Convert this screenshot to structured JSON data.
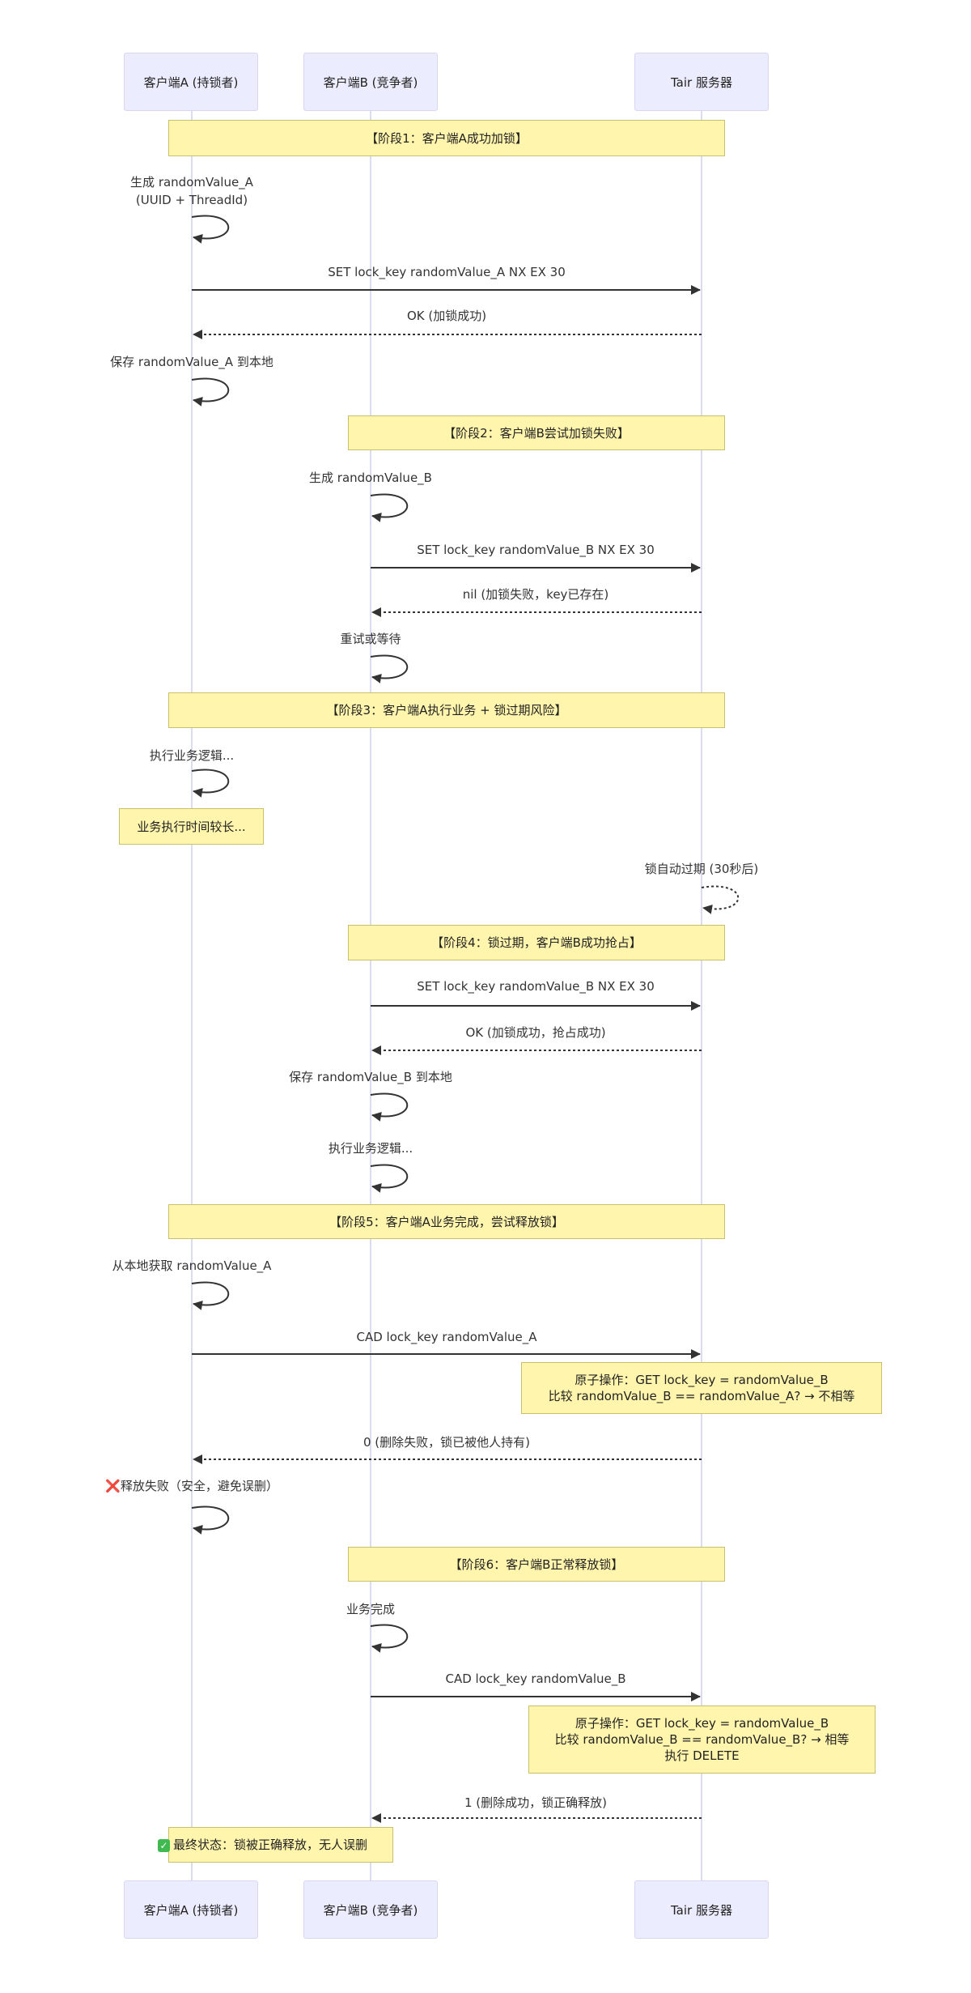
{
  "participants": [
    {
      "id": "A",
      "label": "客户端A (持锁者)"
    },
    {
      "id": "B",
      "label": "客户端B (竞争者)"
    },
    {
      "id": "T",
      "label": "Tair 服务器"
    }
  ],
  "colors": {
    "actor_fill": "#ececff",
    "actor_border": "#d7d7f3",
    "lifeline": "#d0d0ec",
    "note_fill": "#fff5ad",
    "note_border": "#c8c06a",
    "arrow": "#333333"
  },
  "phases": [
    {
      "label": "【阶段1：客户端A成功加锁】"
    },
    {
      "label": "【阶段2：客户端B尝试加锁失败】"
    },
    {
      "label": "【阶段3：客户端A执行业务 + 锁过期风险】"
    },
    {
      "label": "【阶段4：锁过期，客户端B成功抢占】"
    },
    {
      "label": "【阶段5：客户端A业务完成，尝试释放锁】"
    },
    {
      "label": "【阶段6：客户端B正常释放锁】"
    }
  ],
  "messages": [
    {
      "type": "self",
      "from": "A",
      "label": "生成 randomValue_A\n(UUID + ThreadId)"
    },
    {
      "type": "sync",
      "from": "A",
      "to": "T",
      "label": "SET lock_key randomValue_A NX EX 30"
    },
    {
      "type": "reply",
      "from": "T",
      "to": "A",
      "label": "OK (加锁成功)"
    },
    {
      "type": "self",
      "from": "A",
      "label": "保存 randomValue_A 到本地"
    },
    {
      "type": "self",
      "from": "B",
      "label": "生成 randomValue_B"
    },
    {
      "type": "sync",
      "from": "B",
      "to": "T",
      "label": "SET lock_key randomValue_B NX EX 30"
    },
    {
      "type": "reply",
      "from": "T",
      "to": "B",
      "label": "nil (加锁失败，key已存在)"
    },
    {
      "type": "self",
      "from": "B",
      "label": "重试或等待"
    },
    {
      "type": "self",
      "from": "A",
      "label": "执行业务逻辑..."
    },
    {
      "type": "self-dashed",
      "from": "T",
      "label": "锁自动过期 (30秒后)"
    },
    {
      "type": "sync",
      "from": "B",
      "to": "T",
      "label": "SET lock_key randomValue_B NX EX 30"
    },
    {
      "type": "reply",
      "from": "T",
      "to": "B",
      "label": "OK (加锁成功，抢占成功)"
    },
    {
      "type": "self",
      "from": "B",
      "label": "保存 randomValue_B 到本地"
    },
    {
      "type": "self",
      "from": "B",
      "label": "执行业务逻辑..."
    },
    {
      "type": "self",
      "from": "A",
      "label": "从本地获取 randomValue_A"
    },
    {
      "type": "sync",
      "from": "A",
      "to": "T",
      "label": "CAD lock_key randomValue_A"
    },
    {
      "type": "reply",
      "from": "T",
      "to": "A",
      "label": "0 (删除失败，锁已被他人持有)"
    },
    {
      "type": "self",
      "from": "A",
      "label": "释放失败（安全，避免误删）",
      "icon": "cross-mark-icon"
    },
    {
      "type": "self",
      "from": "B",
      "label": "业务完成"
    },
    {
      "type": "sync",
      "from": "B",
      "to": "T",
      "label": "CAD lock_key randomValue_B"
    },
    {
      "type": "reply",
      "from": "T",
      "to": "B",
      "label": "1 (删除成功，锁正确释放)"
    }
  ],
  "notes": [
    {
      "label": "业务执行时间较长..."
    },
    {
      "label": "原子操作：GET lock_key = randomValue_B\n比较 randomValue_B == randomValue_A? → 不相等"
    },
    {
      "label": "原子操作：GET lock_key = randomValue_B\n比较 randomValue_B == randomValue_B? → 相等\n执行 DELETE"
    },
    {
      "label": "最终状态：锁被正确释放，无人误删",
      "icon": "check-mark-icon"
    }
  ],
  "icons": {
    "cross": "❌",
    "check": "✓"
  }
}
